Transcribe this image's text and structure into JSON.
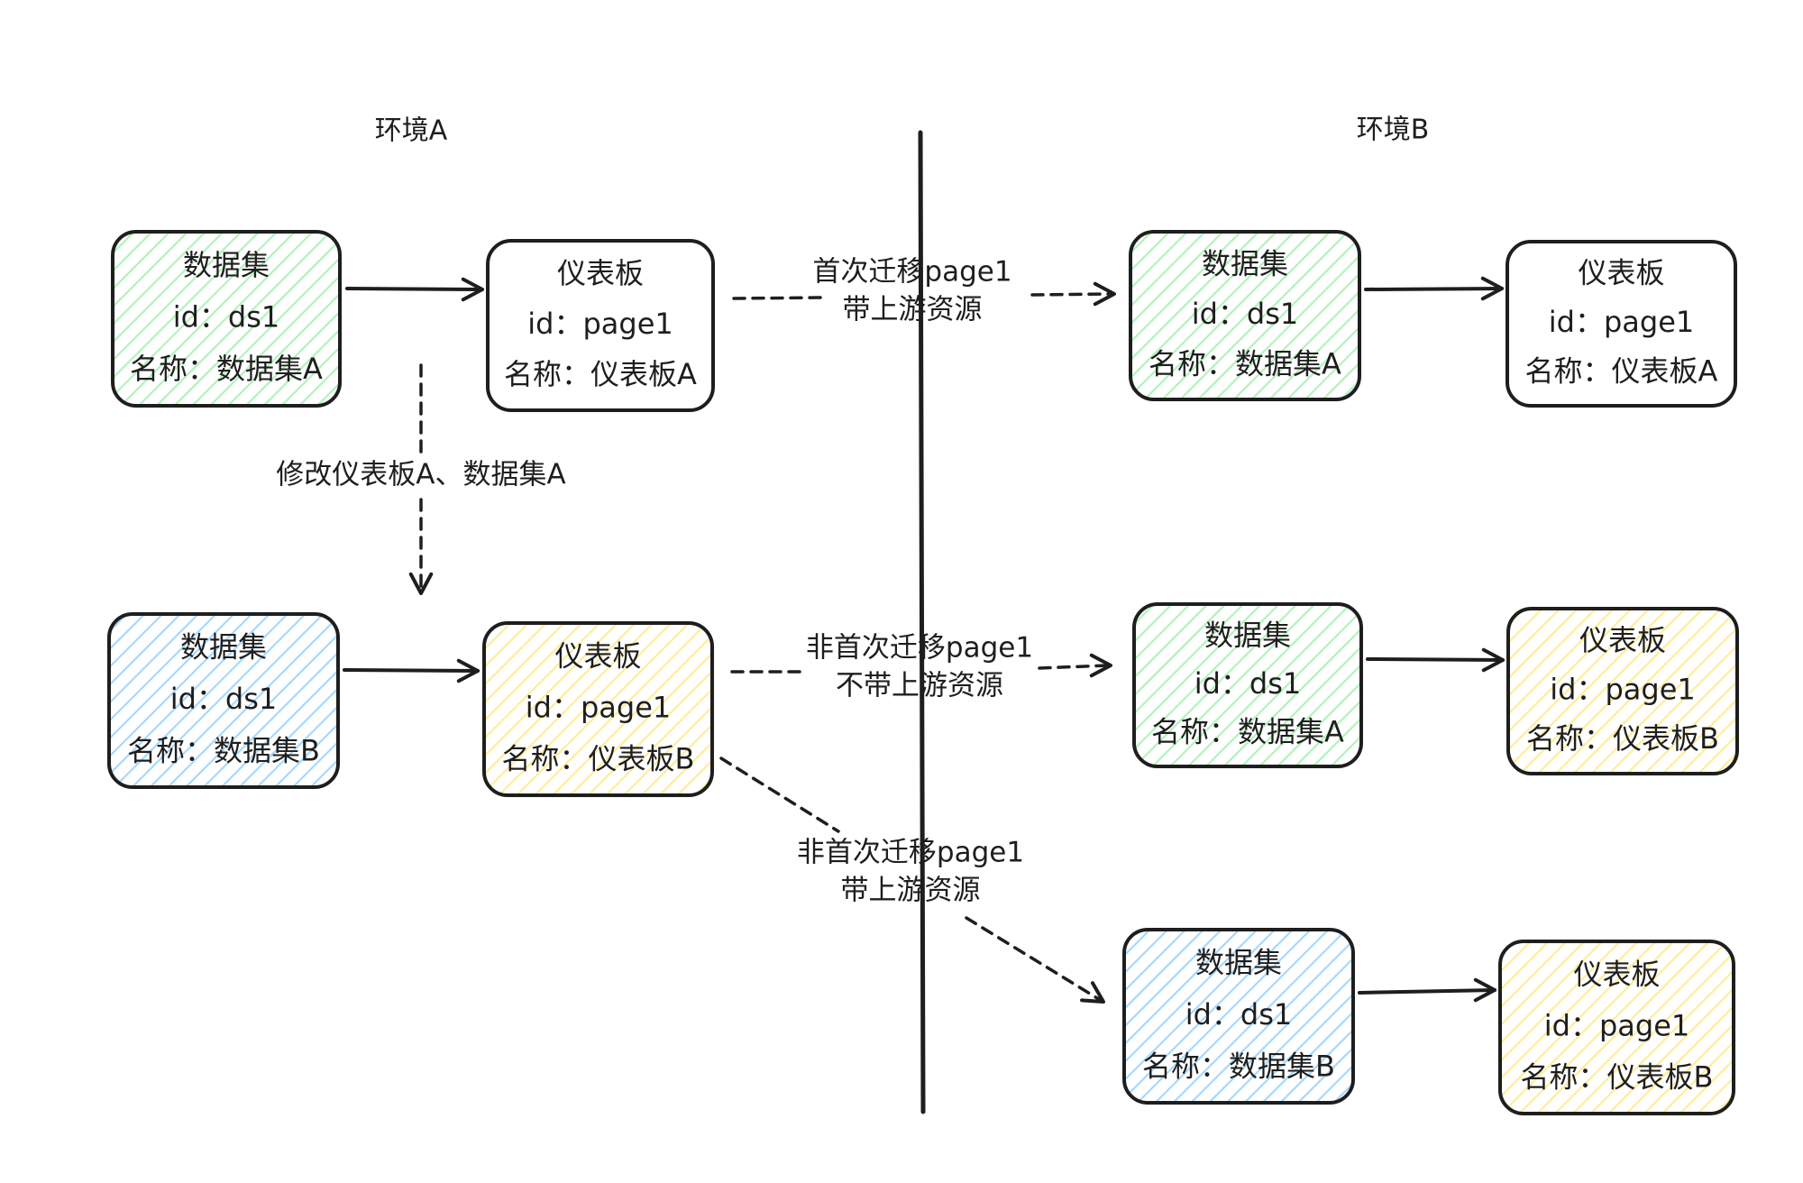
{
  "diagram": {
    "environments": [
      {
        "id": "env-a",
        "title": "环境A"
      },
      {
        "id": "env-b",
        "title": "环境B"
      }
    ],
    "colors": {
      "stroke": "#1e1e1e",
      "green_fill": "#b2f2bb",
      "blue_fill": "#a5d8ff",
      "yellow_fill": "#ffec99",
      "none_fill": "none"
    },
    "nodes": [
      {
        "id": "a-ds",
        "env": "环境A",
        "fill": "green",
        "lines": [
          "数据集",
          "id：ds1",
          "名称：数据集A"
        ]
      },
      {
        "id": "a-page",
        "env": "环境A",
        "fill": "none",
        "lines": [
          "仪表板",
          "id：page1",
          "名称：仪表板A"
        ]
      },
      {
        "id": "a2-ds",
        "env": "环境A",
        "fill": "blue",
        "lines": [
          "数据集",
          "id：ds1",
          "名称：数据集B"
        ]
      },
      {
        "id": "a2-page",
        "env": "环境A",
        "fill": "yellow",
        "lines": [
          "仪表板",
          "id：page1",
          "名称：仪表板B"
        ]
      },
      {
        "id": "b1-ds",
        "env": "环境B",
        "fill": "green",
        "lines": [
          "数据集",
          "id：ds1",
          "名称：数据集A"
        ]
      },
      {
        "id": "b1-page",
        "env": "环境B",
        "fill": "none",
        "lines": [
          "仪表板",
          "id：page1",
          "名称：仪表板A"
        ]
      },
      {
        "id": "b2-ds",
        "env": "环境B",
        "fill": "green",
        "lines": [
          "数据集",
          "id：ds1",
          "名称：数据集A"
        ]
      },
      {
        "id": "b2-page",
        "env": "环境B",
        "fill": "yellow",
        "lines": [
          "仪表板",
          "id：page1",
          "名称：仪表板B"
        ]
      },
      {
        "id": "b3-ds",
        "env": "环境B",
        "fill": "blue",
        "lines": [
          "数据集",
          "id：ds1",
          "名称：数据集B"
        ]
      },
      {
        "id": "b3-page",
        "env": "环境B",
        "fill": "yellow",
        "lines": [
          "仪表板",
          "id：page1",
          "名称：仪表板B"
        ]
      }
    ],
    "edges": [
      {
        "id": "e1",
        "from": "a-ds",
        "to": "a-page",
        "style": "solid",
        "label": []
      },
      {
        "id": "e2",
        "from": "a2-ds",
        "to": "a2-page",
        "style": "solid",
        "label": []
      },
      {
        "id": "e3",
        "from": "b1-ds",
        "to": "b1-page",
        "style": "solid",
        "label": []
      },
      {
        "id": "e4",
        "from": "b2-ds",
        "to": "b2-page",
        "style": "solid",
        "label": []
      },
      {
        "id": "e5",
        "from": "b3-ds",
        "to": "b3-page",
        "style": "solid",
        "label": []
      },
      {
        "id": "e6",
        "from": "a-page",
        "to": "b1-ds",
        "style": "dashed",
        "label": [
          "首次迁移page1",
          "带上游资源"
        ]
      },
      {
        "id": "e7",
        "from": "a-ds",
        "to": "a2-ds",
        "style": "dashed",
        "label": [
          "修改仪表板A、数据集A"
        ]
      },
      {
        "id": "e8",
        "from": "a2-page",
        "to": "b2-ds",
        "style": "dashed",
        "label": [
          "非首次迁移page1",
          "不带上游资源"
        ]
      },
      {
        "id": "e9",
        "from": "a2-page",
        "to": "b3-ds",
        "style": "dashed",
        "label": [
          "非首次迁移page1",
          "带上游资源"
        ]
      }
    ]
  }
}
